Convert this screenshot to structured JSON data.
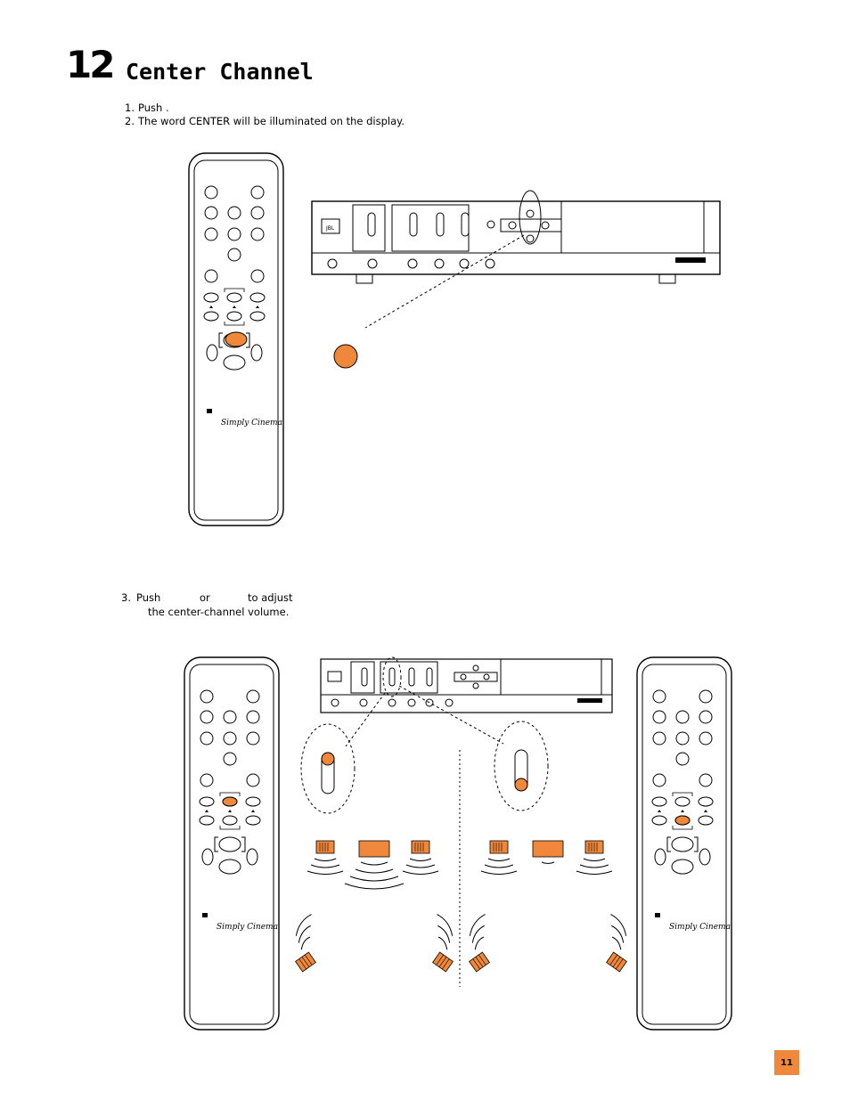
{
  "heading": {
    "number": "12",
    "title": "Center Channel"
  },
  "steps": [
    {
      "num": "1.",
      "text": "Push          ."
    },
    {
      "num": "2.",
      "text": "The word CENTER will be illuminated on the display."
    }
  ],
  "step3": {
    "num": "3.",
    "push": "Push",
    "or": "or",
    "adjust": "to adjust",
    "line2": "the center-channel volume."
  },
  "remote_brand": "Simply Cinema",
  "page_number": "11",
  "colors": {
    "accent": "#f0883c",
    "line": "#000000"
  }
}
